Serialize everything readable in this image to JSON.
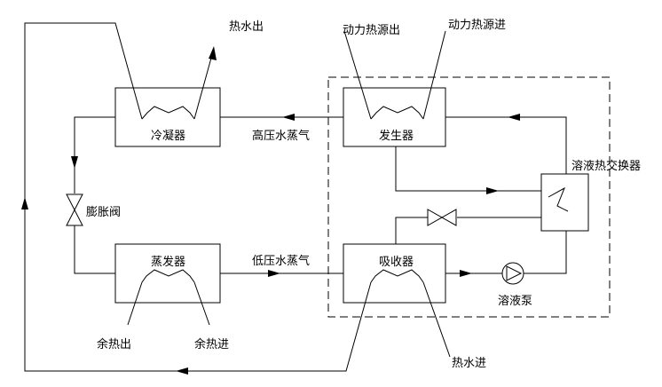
{
  "components": {
    "condenser": "冷凝器",
    "evaporator": "蒸发器",
    "generator": "发生器",
    "absorber": "吸收器",
    "solution_heat_exchanger": "溶液热交换器",
    "solution_pump": "溶液泵",
    "expansion_valve": "膨胀阀"
  },
  "streams": {
    "hot_water_out": "热水出",
    "hot_water_in": "热水进",
    "drive_heat_out": "动力热源出",
    "drive_heat_in": "动力热源进",
    "high_pressure_vapor": "高压水蒸气",
    "low_pressure_vapor": "低压水蒸气",
    "waste_heat_out": "余热出",
    "waste_heat_in": "余热进"
  }
}
